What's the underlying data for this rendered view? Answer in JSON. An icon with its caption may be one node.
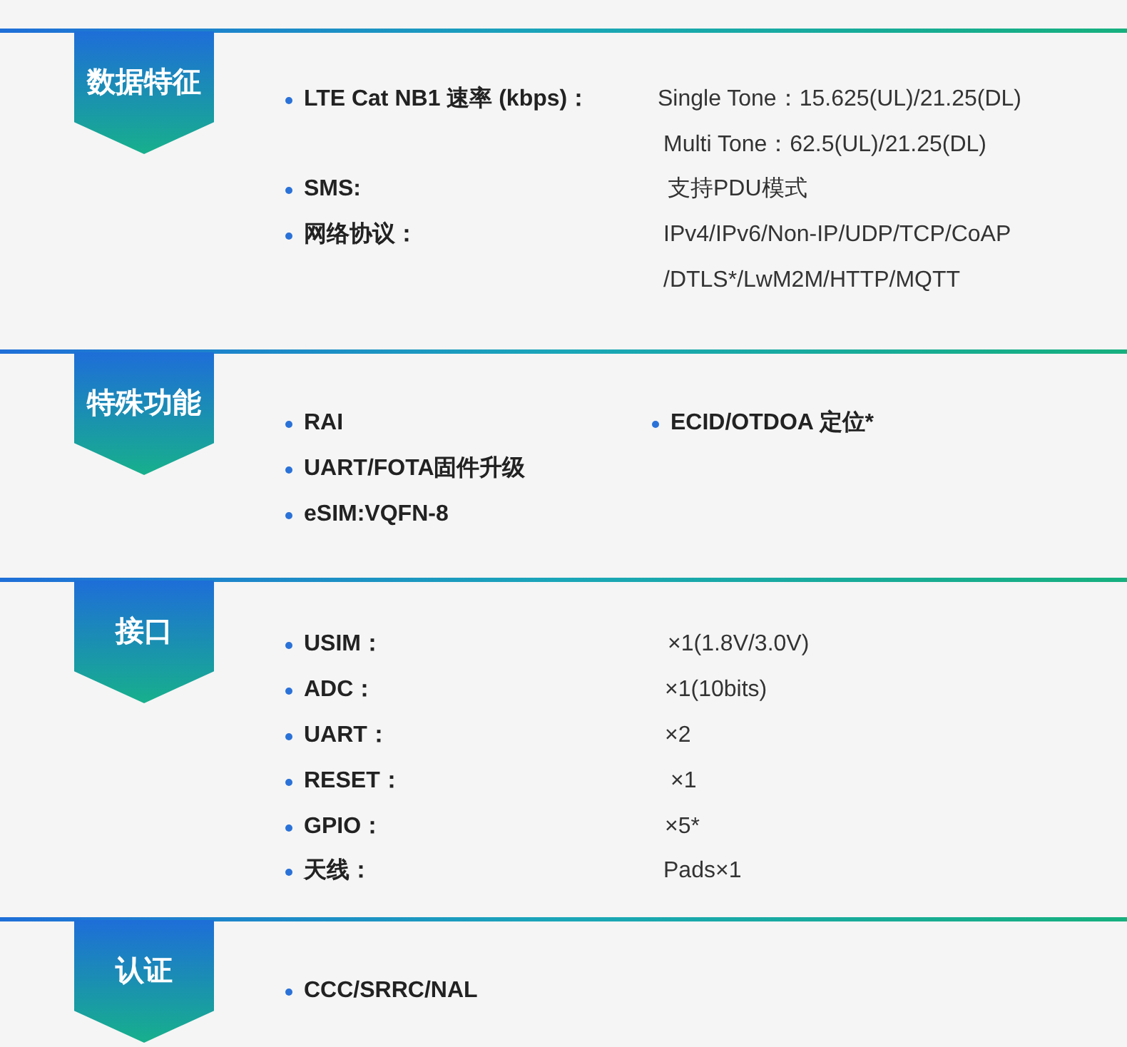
{
  "diagram": {
    "nodes": [
      {
        "text": [
          "数据特征"
        ]
      },
      {
        "text": [
          "特殊功能"
        ]
      },
      {
        "text": [
          "接口"
        ]
      },
      {
        "text": [
          "认证"
        ]
      }
    ],
    "labels": [
      "LTE Cat NB1 速率 (kbps)：",
      "Single Tone：15.625(UL)/21.25(DL)",
      "Multi Tone：62.5(UL)/21.25(DL)",
      "SMS:",
      "支持PDU模式",
      "网络协议：",
      "IPv4/IPv6/Non-IP/UDP/TCP/CoAP /DTLS*/LwM2M/HTTP/MQTT",
      "RAI",
      "ECID/OTDOA 定位*",
      "UART/FOTA固件升级",
      "eSIM:VQFN-8",
      "USIM：",
      "×1(1.8V/3.0V)",
      "ADC：",
      "×1(10bits)",
      "UART：",
      "×2",
      "RESET：",
      "×1",
      "GPIO：",
      "×5*",
      "天线：",
      "Pads×1",
      "CCC/SRRC/NAL"
    ]
  }
}
